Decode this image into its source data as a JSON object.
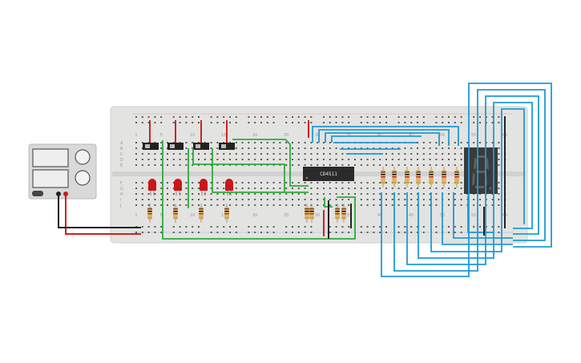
{
  "colors": {
    "board": "#e3e3e1",
    "hole": "#5b5b5b",
    "wire_green": "#2eaa3c",
    "wire_blue": "#1f9ad6",
    "wire_red": "#d02020",
    "wire_black": "#222222",
    "led_red": "#c81818",
    "chip": "#2a2a2a",
    "display_body": "#3a3a3a",
    "display_segment_off": "#5f5f5f",
    "supply_body": "#d9d9d9"
  },
  "breadboard": {
    "column_numbers": [
      "1",
      "5",
      "10",
      "15",
      "20",
      "25",
      "30",
      "35",
      "40",
      "45",
      "50",
      "55",
      "60"
    ],
    "row_letters_top": [
      "A",
      "B",
      "C",
      "D",
      "E"
    ],
    "row_letters_bottom": [
      "F",
      "G",
      "H",
      "I",
      "J"
    ]
  },
  "ic": {
    "label": "CD4511"
  },
  "power_supply": {
    "icon": "power-supply-icon"
  },
  "display": {
    "icon": "seven-segment-display-icon",
    "digit_state": "off"
  },
  "switches": {
    "count": 4
  },
  "leds": {
    "count": 4
  }
}
